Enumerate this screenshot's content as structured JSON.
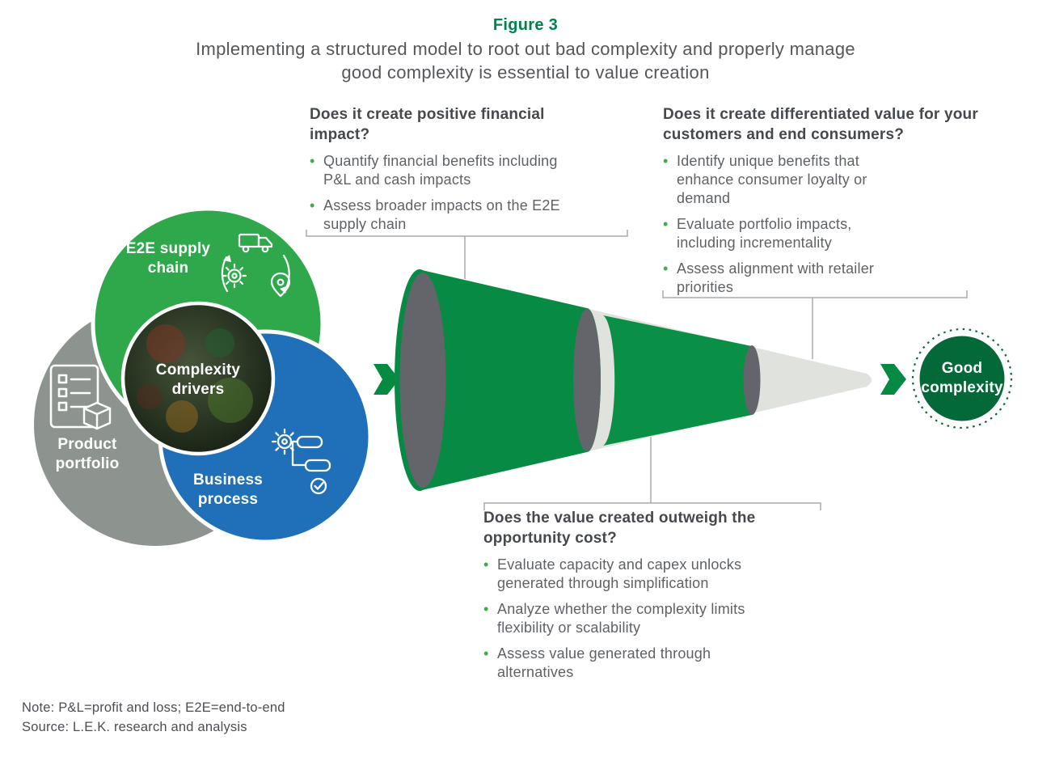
{
  "figure": {
    "label": "Figure 3",
    "title_line1": "Implementing a structured model to root out bad complexity and properly manage",
    "title_line2": "good complexity is essential to value creation"
  },
  "rosette": {
    "supply_chain_label": "E2E supply chain",
    "product_label": "Product portfolio",
    "process_label": "Business process",
    "center_label": "Complexity drivers"
  },
  "result": {
    "label": "Good complexity"
  },
  "callouts": [
    {
      "heading": "Does it create positive financial impact?",
      "bullets": [
        "Quantify financial benefits including P&L and cash impacts",
        "Assess broader impacts on the E2E supply chain"
      ]
    },
    {
      "heading": "Does it create differentiated value for your customers and end consumers?",
      "bullets": [
        "Identify unique benefits that enhance consumer loyalty or demand",
        "Evaluate portfolio impacts, including incrementality",
        "Assess alignment with retailer priorities"
      ]
    },
    {
      "heading": "Does the value created outweigh the opportunity cost?",
      "bullets": [
        "Evaluate capacity and capex unlocks generated through simplification",
        "Analyze whether the complexity limits flexibility or scalability",
        "Assess value generated through alternatives"
      ]
    }
  ],
  "footer": {
    "note": "Note: P&L=profit and loss; E2E=end-to-end",
    "source": "Source: L.E.K. research and analysis"
  },
  "colors": {
    "brand_green": "#00824F",
    "segment_green": "#2FA84C",
    "segment_blue": "#1F70B8",
    "segment_gray": "#8D9490",
    "funnel_green": "#078A43",
    "funnel_light": "#DFE2DD",
    "stage_ellipse_gray": "#63656A",
    "good_complexity_green": "#046938",
    "bullet_green": "#3FAE49",
    "connector_gray": "#A5ABAA"
  },
  "icons": {
    "supply_chain": [
      "truck-icon",
      "gear-icon",
      "location-pin-icon",
      "cycle-arrows-icon"
    ],
    "product_portfolio": [
      "checklist-icon",
      "package-box-icon"
    ],
    "business_process": [
      "gear-icon",
      "workflow-icon",
      "check-circle-icon"
    ],
    "flow": [
      "arrow-right-icon",
      "arrow-right-icon"
    ]
  }
}
